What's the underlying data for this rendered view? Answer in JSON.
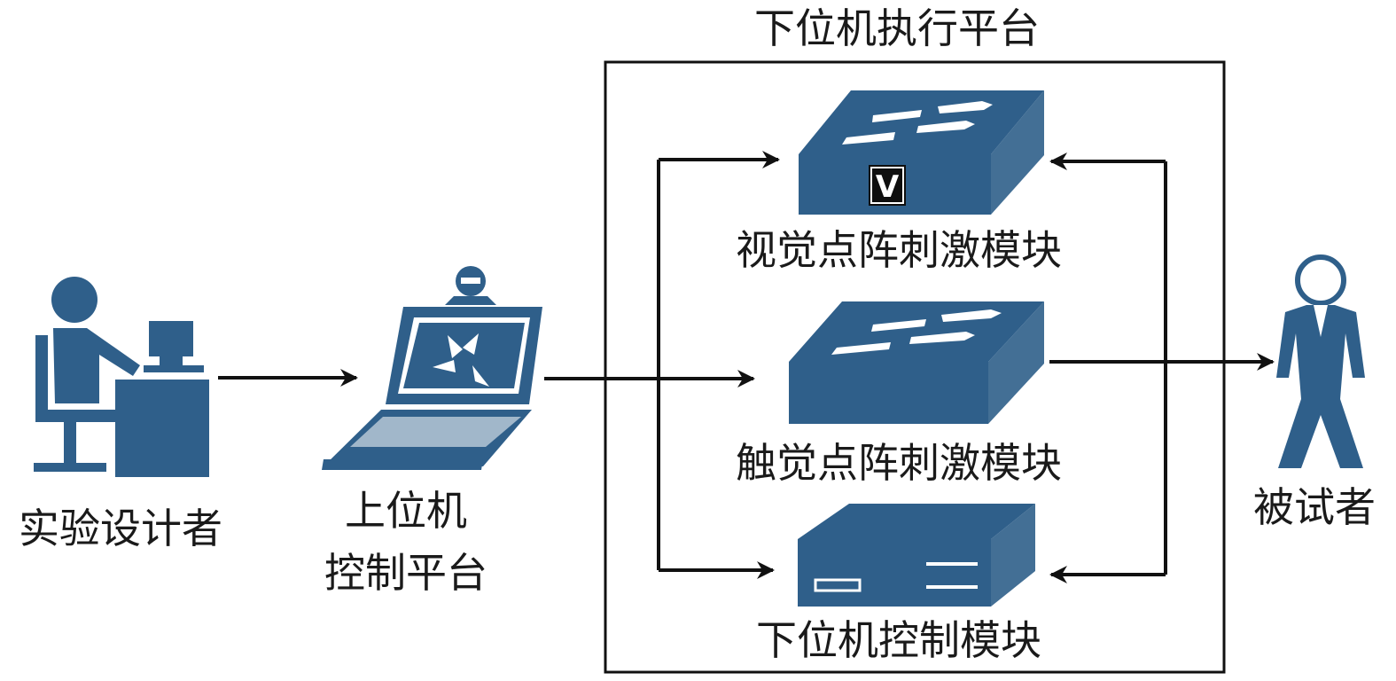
{
  "diagram": {
    "title": "下位机执行平台",
    "nodes": {
      "designer": "实验设计者",
      "host_line1": "上位机",
      "host_line2": "控制平台",
      "visual_module": "视觉点阵刺激模块",
      "tactile_module": "触觉点阵刺激模块",
      "slave_control": "下位机控制模块",
      "subject": "被试者"
    },
    "visual_badge": "V",
    "colors": {
      "icon": "#2f5f8a",
      "line": "#111111",
      "text": "#1a1a1a"
    },
    "icons": {
      "designer": "person-at-desk-icon",
      "host": "laptop-icon",
      "visual_module": "switch-box-icon",
      "tactile_module": "switch-box-icon",
      "slave_control": "server-box-icon",
      "subject": "person-icon"
    }
  }
}
